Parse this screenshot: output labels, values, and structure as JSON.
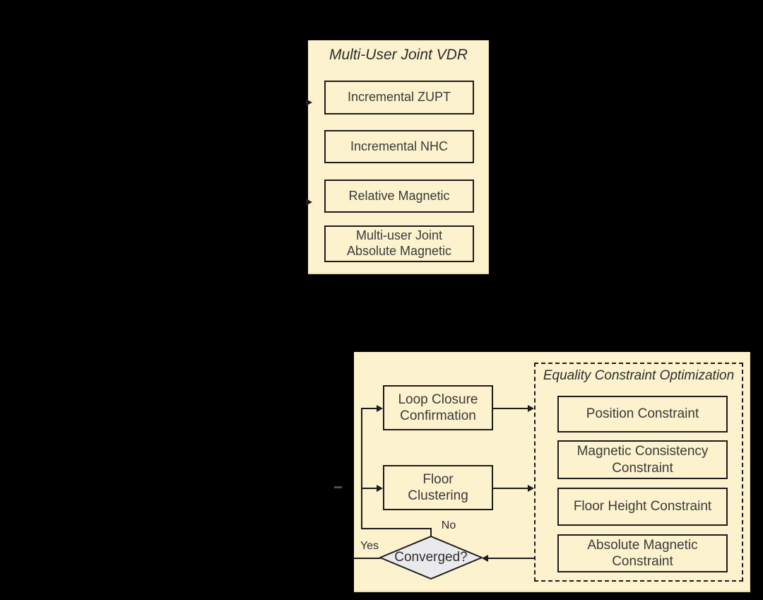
{
  "colors": {
    "background": "#000000",
    "panel_fill": "#FCF2CD",
    "line_and_border": "#1C1C1C",
    "box_text": "#3A3A3A",
    "decision_fill": "#EAEAEC"
  },
  "vdr_panel": {
    "title": "Multi-User Joint VDR",
    "boxes": [
      {
        "label": "Incremental ZUPT"
      },
      {
        "label": "Incremental NHC"
      },
      {
        "label": "Relative Magnetic"
      },
      {
        "label": "Multi-user Joint\nAbsolute Magnetic"
      }
    ]
  },
  "optimization_panel": {
    "process_boxes": [
      {
        "label": "Loop Closure\nConfirmation"
      },
      {
        "label": "Floor\nClustering"
      }
    ],
    "decision": {
      "label": "Converged?",
      "yes_label": "Yes",
      "no_label": "No"
    },
    "constraint_group": {
      "title": "Equality Constraint Optimization",
      "boxes": [
        {
          "label": "Position Constraint"
        },
        {
          "label": "Magnetic Consistency\nConstraint"
        },
        {
          "label": "Floor Height Constraint"
        },
        {
          "label": "Absolute Magnetic\nConstraint"
        }
      ]
    }
  }
}
